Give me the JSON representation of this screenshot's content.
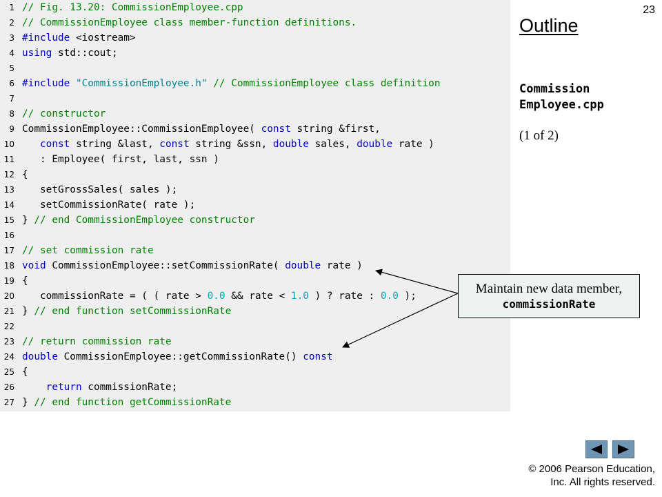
{
  "page_number": "23",
  "outline": {
    "title": "Outline",
    "filename_line1": "Commission",
    "filename_line2": "Employee.cpp",
    "part": "(1 of 2)"
  },
  "callout": {
    "line1": "Maintain new data member,",
    "line2": "commissionRate"
  },
  "navigation": {
    "prev_icon": "triangle-left-icon",
    "next_icon": "triangle-right-icon",
    "button_color": "#6f95b5"
  },
  "copyright": {
    "line1": "© 2006 Pearson Education,",
    "line2": "Inc.  All rights reserved."
  },
  "colors": {
    "code_background": "#efefef",
    "comment": "#008000",
    "keyword": "#0000cc",
    "string": "#00808f",
    "number": "#00a6b5"
  },
  "code_lines": [
    {
      "n": "1",
      "tokens": [
        [
          "c",
          "// Fig. 13.20: CommissionEmployee.cpp"
        ]
      ]
    },
    {
      "n": "2",
      "tokens": [
        [
          "c",
          "// CommissionEmployee class member-function definitions."
        ]
      ]
    },
    {
      "n": "3",
      "tokens": [
        [
          "k",
          "#include"
        ],
        [
          "t",
          " <iostream>"
        ]
      ]
    },
    {
      "n": "4",
      "tokens": [
        [
          "k",
          "using"
        ],
        [
          "t",
          " std::cout;"
        ]
      ]
    },
    {
      "n": "5",
      "tokens": []
    },
    {
      "n": "6",
      "tokens": [
        [
          "k",
          "#include"
        ],
        [
          "t",
          " "
        ],
        [
          "s",
          "\"CommissionEmployee.h\""
        ],
        [
          "t",
          " "
        ],
        [
          "c",
          "// CommissionEmployee class definition"
        ]
      ]
    },
    {
      "n": "7",
      "tokens": []
    },
    {
      "n": "8",
      "tokens": [
        [
          "c",
          "// constructor"
        ]
      ]
    },
    {
      "n": "9",
      "tokens": [
        [
          "t",
          "CommissionEmployee::CommissionEmployee( "
        ],
        [
          "k",
          "const"
        ],
        [
          "t",
          " string &first,"
        ]
      ]
    },
    {
      "n": "10",
      "tokens": [
        [
          "t",
          "   "
        ],
        [
          "k",
          "const"
        ],
        [
          "t",
          " string &last, "
        ],
        [
          "k",
          "const"
        ],
        [
          "t",
          " string &ssn, "
        ],
        [
          "k",
          "double"
        ],
        [
          "t",
          " sales, "
        ],
        [
          "k",
          "double"
        ],
        [
          "t",
          " rate )"
        ]
      ]
    },
    {
      "n": "11",
      "tokens": [
        [
          "t",
          "   : Employee( first, last, ssn )"
        ]
      ]
    },
    {
      "n": "12",
      "tokens": [
        [
          "t",
          "{"
        ]
      ]
    },
    {
      "n": "13",
      "tokens": [
        [
          "t",
          "   setGrossSales( sales );"
        ]
      ]
    },
    {
      "n": "14",
      "tokens": [
        [
          "t",
          "   setCommissionRate( rate );"
        ]
      ]
    },
    {
      "n": "15",
      "tokens": [
        [
          "t",
          "} "
        ],
        [
          "c",
          "// end CommissionEmployee constructor"
        ]
      ]
    },
    {
      "n": "16",
      "tokens": []
    },
    {
      "n": "17",
      "tokens": [
        [
          "c",
          "// set commission rate"
        ]
      ]
    },
    {
      "n": "18",
      "tokens": [
        [
          "k",
          "void"
        ],
        [
          "t",
          " CommissionEmployee::setCommissionRate( "
        ],
        [
          "k",
          "double"
        ],
        [
          "t",
          " rate )"
        ]
      ]
    },
    {
      "n": "19",
      "tokens": [
        [
          "t",
          "{"
        ]
      ]
    },
    {
      "n": "20",
      "tokens": [
        [
          "t",
          "   commissionRate = ( ( rate > "
        ],
        [
          "n",
          "0.0"
        ],
        [
          "t",
          " && rate < "
        ],
        [
          "n",
          "1.0"
        ],
        [
          "t",
          " ) ? rate : "
        ],
        [
          "n",
          "0.0"
        ],
        [
          "t",
          " );"
        ]
      ]
    },
    {
      "n": "21",
      "tokens": [
        [
          "t",
          "} "
        ],
        [
          "c",
          "// end function setCommissionRate"
        ]
      ]
    },
    {
      "n": "22",
      "tokens": []
    },
    {
      "n": "23",
      "tokens": [
        [
          "c",
          "// return commission rate"
        ]
      ]
    },
    {
      "n": "24",
      "tokens": [
        [
          "k",
          "double"
        ],
        [
          "t",
          " CommissionEmployee::getCommissionRate() "
        ],
        [
          "k",
          "const"
        ]
      ]
    },
    {
      "n": "25",
      "tokens": [
        [
          "t",
          "{"
        ]
      ]
    },
    {
      "n": "26",
      "tokens": [
        [
          "t",
          "    "
        ],
        [
          "k",
          "return"
        ],
        [
          "t",
          " commissionRate;"
        ]
      ]
    },
    {
      "n": "27",
      "tokens": [
        [
          "t",
          "} "
        ],
        [
          "c",
          "// end function getCommissionRate"
        ]
      ]
    }
  ]
}
